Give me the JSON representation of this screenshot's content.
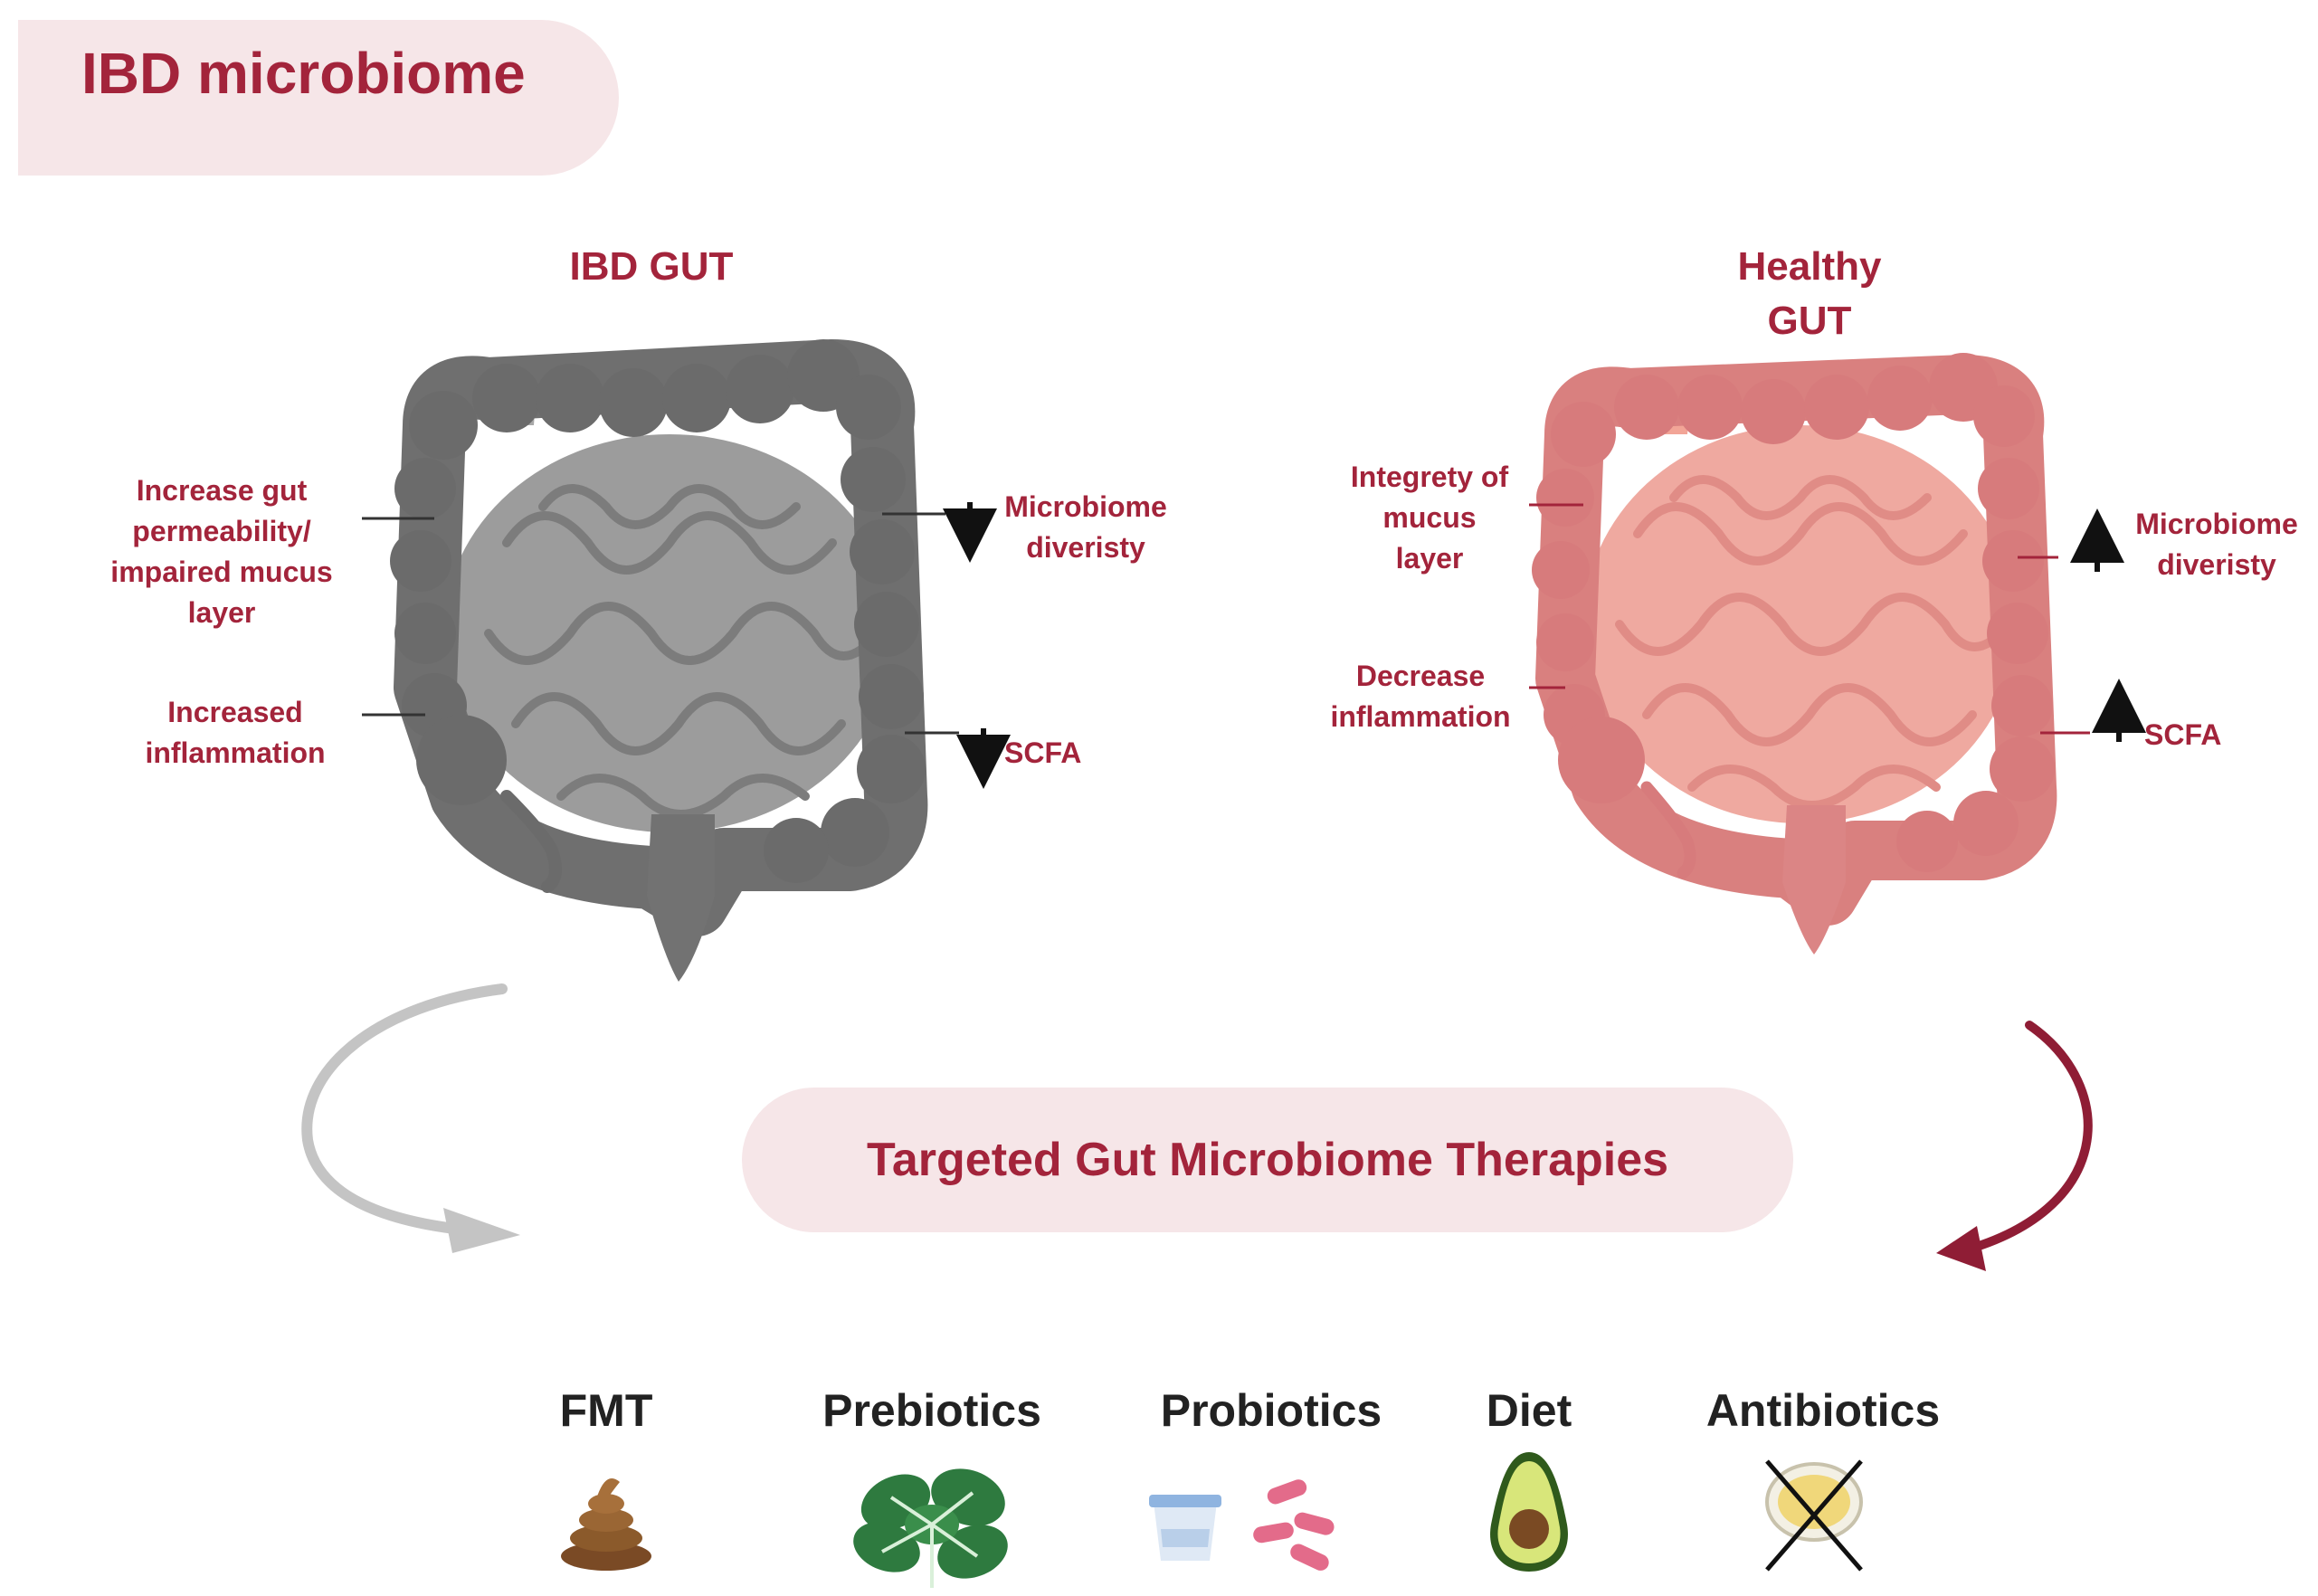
{
  "title": "IBD microbiome",
  "ibd_gut": {
    "title": "IBD GUT",
    "left_labels": [
      "Increase gut permeability/ impaired mucus layer",
      "Increased inflammation"
    ],
    "right_labels": [
      {
        "arrow": "down",
        "text": "Microbiome diveristy"
      },
      {
        "arrow": "down",
        "text": "SCFA"
      }
    ]
  },
  "healthy_gut": {
    "title": "Healthy GUT",
    "left_labels": [
      "Integrety of mucus layer",
      "Decrease inflammation"
    ],
    "right_labels": [
      {
        "arrow": "up",
        "text": "Microbiome diveristy"
      },
      {
        "arrow": "up",
        "text": "SCFA"
      }
    ]
  },
  "central_text": "Targeted Gut Microbiome Therapies",
  "therapies": [
    {
      "label": "FMT",
      "icon": "stool-icon"
    },
    {
      "label": "Prebiotics",
      "icon": "leafy-greens-icon"
    },
    {
      "label": "Probiotics",
      "icon": "yogurt-bacteria-icon"
    },
    {
      "label": "Diet",
      "icon": "avocado-icon"
    },
    {
      "label": "Antibiotics",
      "icon": "crossed-petri-dish-icon"
    }
  ],
  "colors": {
    "accent": "#a3243b",
    "pill": "#f6e6e8",
    "ibd_gut": "#7a7a7a",
    "healthy_gut": "#e59a98"
  }
}
